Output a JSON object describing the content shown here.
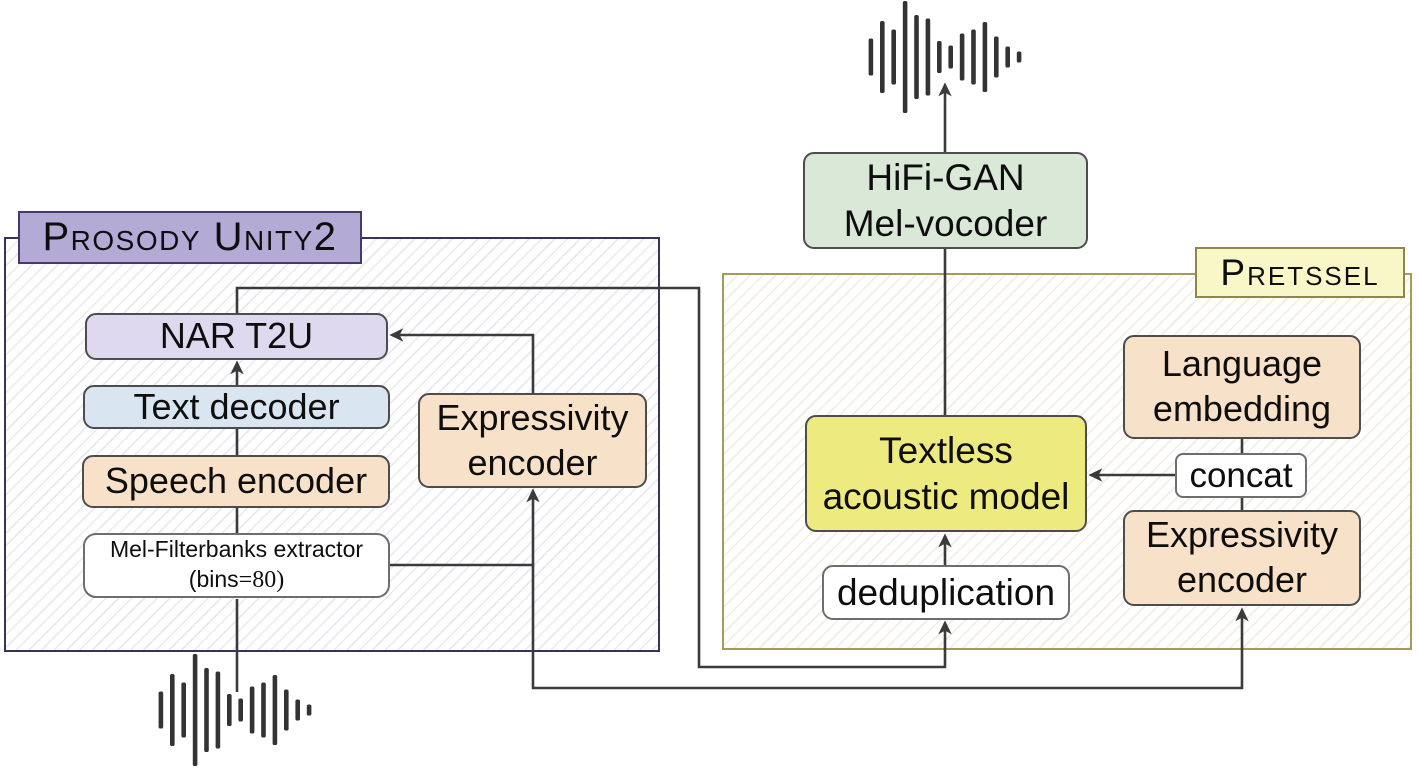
{
  "figure": {
    "prosody_unity2": {
      "label": "Prosody Unity2",
      "nar_t2u": "NAR T2U",
      "text_decoder": "Text decoder",
      "speech_encoder": "Speech encoder",
      "mel_filterbanks": {
        "line1": "Mel-Filterbanks extractor",
        "line2_prefix": "(bins",
        "line2_suffix": "=80)"
      },
      "expressivity_encoder": {
        "line1": "Expressivity",
        "line2": "encoder"
      }
    },
    "pretssel": {
      "label": "Pretssel",
      "textless_acoustic_model": {
        "line1": "Textless",
        "line2": "acoustic model"
      },
      "deduplication": "deduplication",
      "language_embedding": {
        "line1": "Language",
        "line2": "embedding"
      },
      "concat": "concat",
      "expressivity_encoder": {
        "line1": "Expressivity",
        "line2": "encoder"
      }
    },
    "vocoder": {
      "line1": "HiFi-GAN",
      "line2": "Mel-vocoder"
    },
    "colors": {
      "prosody_label_bg": "#b4aad6",
      "prosody_border": "#3b3157",
      "pretssel_label_bg": "#f9f6c7",
      "pretssel_border": "#a49b58",
      "lavender_box": "#ded9ee",
      "blue_box": "#d9e5f1",
      "peach_box": "#f7e1c9",
      "green_box": "#dae8d7",
      "yellow_box": "#edea80",
      "white_box": "#ffffff",
      "connector": "#3b3b3b"
    },
    "icons": {
      "output_waveform": "audio-waveform-icon",
      "input_waveform": "audio-waveform-icon",
      "waveform_bar_heights": [
        37,
        72,
        55,
        112,
        84,
        77,
        32,
        23,
        47,
        55,
        70,
        41,
        21,
        11
      ]
    }
  }
}
